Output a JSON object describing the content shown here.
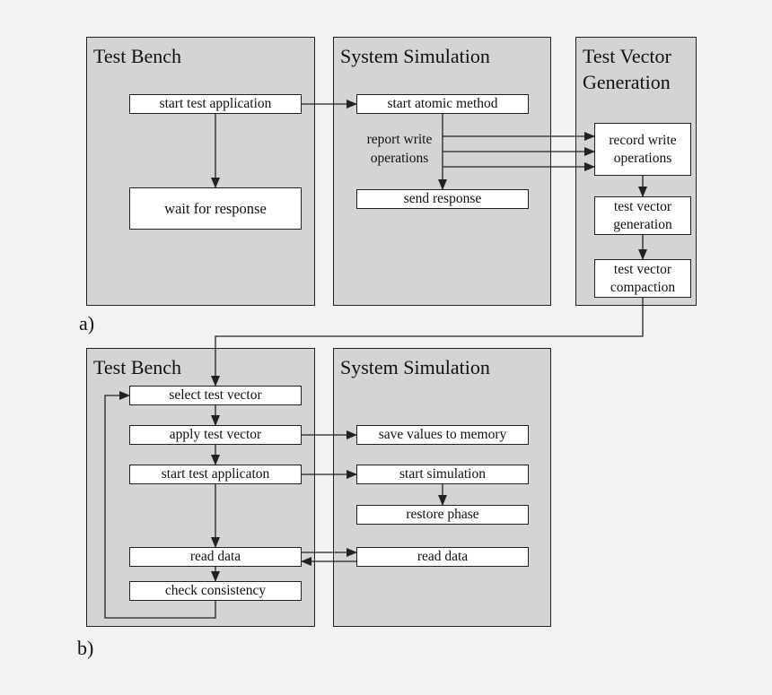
{
  "part_a": {
    "label": "a)",
    "test_bench": {
      "title": "Test Bench",
      "start_test_application": "start test application",
      "wait_for_response": "wait for response"
    },
    "system_simulation": {
      "title": "System Simulation",
      "start_atomic_method": "start atomic method",
      "report_write_operations": "report write\noperations",
      "send_response": "send response"
    },
    "test_vector_generation": {
      "title": "Test Vector\nGeneration",
      "record_write_operations": "record write\noperations",
      "test_vector_generation": "test vector\ngeneration",
      "test_vector_compaction": "test vector\ncompaction"
    }
  },
  "part_b": {
    "label": "b)",
    "test_bench": {
      "title": "Test Bench",
      "select_test_vector": "select test vector",
      "apply_test_vector": "apply test vector",
      "start_test_applicaton": "start test applicaton",
      "read_data": "read data",
      "check_consistency": "check consistency"
    },
    "system_simulation": {
      "title": "System Simulation",
      "save_values_to_memory": "save values to memory",
      "start_simulation": "start simulation",
      "restore_phase": "restore phase",
      "read_data": "read data"
    }
  },
  "colors": {
    "panel": "#d4d4d4",
    "box": "#ffffff",
    "line": "#222222",
    "background": "#f2f2f2"
  }
}
